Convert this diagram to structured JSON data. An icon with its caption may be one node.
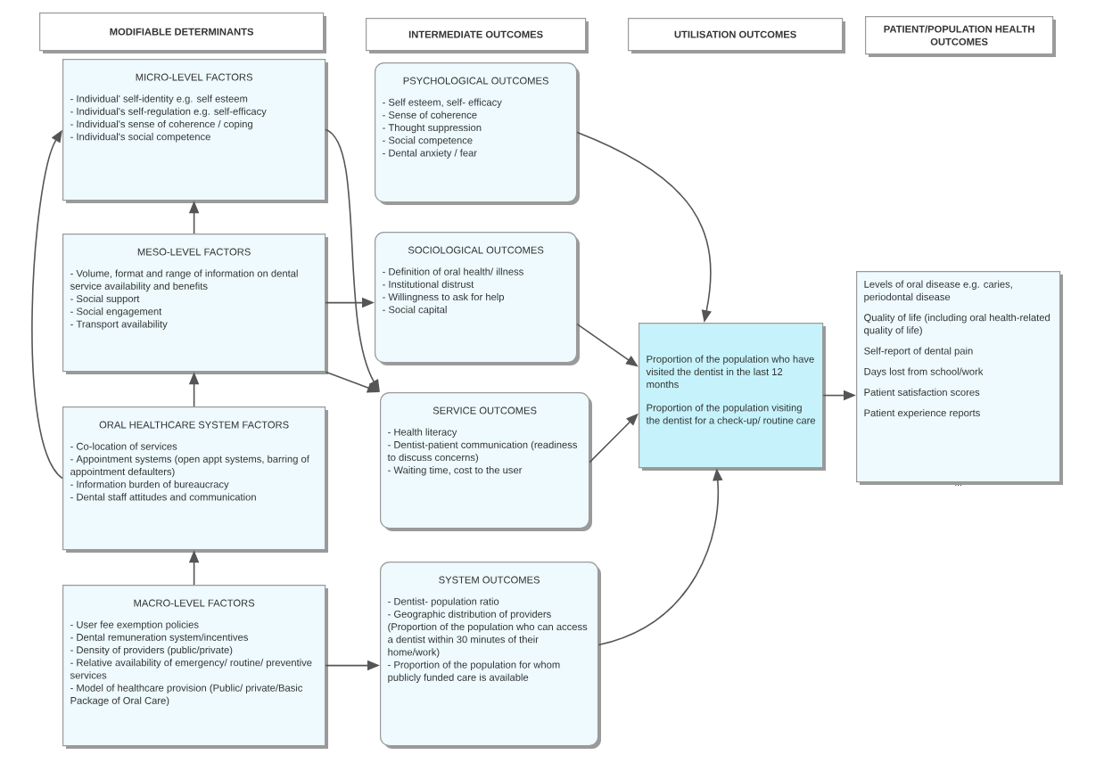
{
  "diagram": {
    "nodes": [
      {
        "text": [
          "MODIFIABLE DETERMINANTS"
        ]
      },
      {
        "text": [
          "INTERMEDIATE OUTCOMES"
        ]
      },
      {
        "text": [
          "UTILISATION OUTCOMES"
        ]
      },
      {
        "text": [
          "PATIENT/POPULATION HEALTH OUTCOMES"
        ]
      },
      {
        "text": [
          "MICRO-LEVEL FACTORS",
          "- Individual' self-identity e.g. self esteem",
          "- Individual's self-regulation e.g. self-efficacy",
          "- Individual's sense of coherence / coping",
          "- Individual's social competence"
        ]
      },
      {
        "text": [
          "MESO-LEVEL FACTORS",
          "- Volume, format and range of information on dental service availability and benefits",
          "- Social support",
          "- Social engagement",
          "- Transport availability"
        ]
      },
      {
        "text": [
          "ORAL HEALTHCARE SYSTEM FACTORS",
          "- Co-location of services",
          "- Appointment systems (open appt systems, barring of appointment defaulters)",
          "- Information burden of bureaucracy",
          "- Dental staff attitudes and communication"
        ]
      },
      {
        "text": [
          "MACRO-LEVEL FACTORS",
          "- User fee exemption policies",
          "- Dental remuneration system/incentives",
          "- Density of providers (public/private)",
          "- Relative availability of emergency/ routine/ preventive services",
          "- Model of healthcare provision (Public/ private/Basic Package of Oral Care)"
        ]
      },
      {
        "text": [
          "PSYCHOLOGICAL OUTCOMES",
          "- Self esteem, self- efficacy",
          "- Sense of coherence",
          "- Thought suppression",
          "- Social competence",
          "- Dental anxiety / fear"
        ]
      },
      {
        "text": [
          "SOCIOLOGICAL OUTCOMES",
          "- Definition of oral health/ illness",
          "- Institutional distrust",
          "- Willingness to ask for help",
          "- Social capital"
        ]
      },
      {
        "text": [
          "SERVICE OUTCOMES",
          "- Health literacy",
          "- Dentist-patient communication (readiness to discuss concerns)",
          "- Waiting time, cost to the user"
        ]
      },
      {
        "text": [
          "SYSTEM OUTCOMES",
          "- Dentist- population ratio",
          "- Geographic distribution of providers",
          "(Proportion of the population who can access a dentist within 30 minutes of their home/work)",
          "- Proportion of the population for whom publicly funded care is available"
        ]
      },
      {
        "text": [
          "Proportion of the population who have visited the dentist in the last 12 months",
          "Proportion of the population visiting the dentist for a check-up/ routine care"
        ]
      },
      {
        "text": [
          "Levels of oral disease e.g. caries, periodontal disease",
          "Quality of life (including oral health-related quality of life)",
          "Self-report of dental pain",
          "Days lost from school/work",
          "Patient satisfaction scores",
          "Patient experience reports"
        ],
        "beside": [
          "..."
        ]
      }
    ],
    "edges": [
      {
        "from": 5,
        "to": 4,
        "arrow": "to"
      },
      {
        "from": 6,
        "to": 5,
        "arrow": "to"
      },
      {
        "from": 7,
        "to": 6,
        "arrow": "to"
      },
      {
        "from": 6,
        "to": 4,
        "arrow": "to"
      },
      {
        "from": 4,
        "to": 10,
        "arrow": "to"
      },
      {
        "from": 5,
        "to": 10,
        "arrow": "to"
      },
      {
        "from": 5,
        "to": 9,
        "arrow": "to"
      },
      {
        "from": 7,
        "to": 11,
        "arrow": "to"
      },
      {
        "from": 8,
        "to": 12,
        "arrow": "to"
      },
      {
        "from": 9,
        "to": 12,
        "arrow": "to"
      },
      {
        "from": 10,
        "to": 12,
        "arrow": "to"
      },
      {
        "from": 11,
        "to": 12,
        "arrow": "to"
      },
      {
        "from": 12,
        "to": 13,
        "arrow": "to"
      }
    ]
  }
}
